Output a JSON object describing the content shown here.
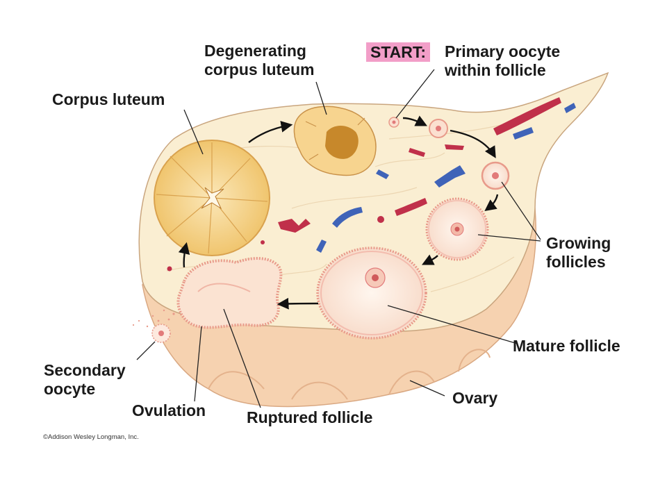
{
  "labels": {
    "degenerating_corpus_luteum": [
      "Degenerating",
      "corpus luteum"
    ],
    "start_badge": "START:",
    "primary_oocyte": [
      "Primary oocyte",
      "within follicle"
    ],
    "corpus_luteum": "Corpus luteum",
    "growing_follicles": [
      "Growing",
      "follicles"
    ],
    "mature_follicle": "Mature follicle",
    "secondary_oocyte": [
      "Secondary",
      "oocyte"
    ],
    "ovulation": "Ovulation",
    "ruptured_follicle": "Ruptured follicle",
    "ovary": "Ovary"
  },
  "copyright": "©Addison Wesley Longman, Inc.",
  "colors": {
    "ovary_base": "#f6d2b0",
    "ovary_top": "#faeed2",
    "corpus_luteum": "#f7d48f",
    "follicle": "#fbe0d0",
    "follicle_ring": "#e89a8a",
    "red_vessel": "#c0304a",
    "blue_vessel": "#3f63b8",
    "start_badge": "#f29ec8",
    "arrow": "#111111"
  },
  "icons": {
    "cycle_arrows": "curved-arrow-icon",
    "blood_vessels": "blood-vessel-icon"
  }
}
